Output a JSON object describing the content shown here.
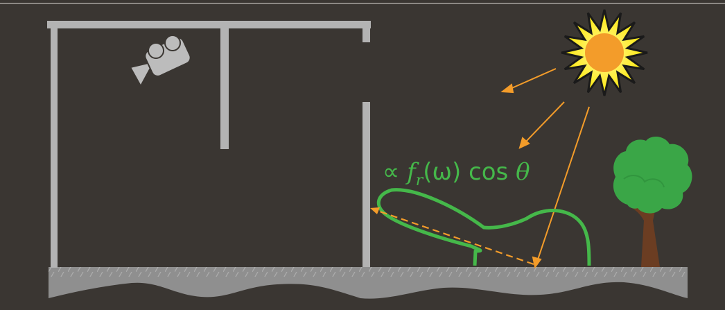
{
  "formula": {
    "prefix": "∝ ",
    "f": "f",
    "sub": "r",
    "arg": "(ω) cos ",
    "theta": "θ"
  },
  "colors": {
    "background": "#3a3632",
    "walls": "#b3b3b3",
    "ground": "#8e8e8e",
    "lobe": "#45b84a",
    "rays": "#f39c2a",
    "sun_core": "#f39c2a",
    "sun_rays": "#ffea1a",
    "tree_foliage": "#3da84a",
    "tree_trunk": "#6b3d22",
    "camera": "#b8b8b8"
  },
  "icons": [
    "camera-icon",
    "sun-icon",
    "tree-icon"
  ]
}
